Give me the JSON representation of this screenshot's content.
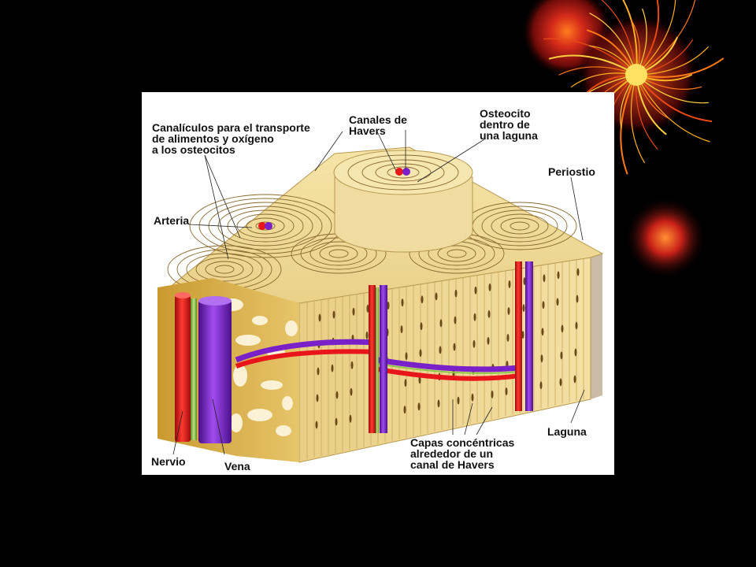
{
  "colors": {
    "background": "#000000",
    "figure_background": "#ffffff",
    "bone": "#efd99a",
    "bone_shadow": "#d9b866",
    "artery": "#e8151a",
    "vein": "#7a20c8",
    "nerve": "#8fc74a",
    "periosteum": "#cdbfa8"
  },
  "labels": {
    "canaliculos": [
      "Canalículos para el transporte",
      "de alimentos y oxígeno",
      "a los osteocitos"
    ],
    "canales": [
      "Canales de",
      "Havers"
    ],
    "osteocito": [
      "Osteocito",
      "dentro de",
      "una laguna"
    ],
    "periostio": [
      "Periostio"
    ],
    "arteria": [
      "Arteria"
    ],
    "nervio": [
      "Nervio"
    ],
    "vena": [
      "Vena"
    ],
    "capas": [
      "Capas concéntricas",
      "alrededor de un",
      "canal de Havers"
    ],
    "laguna": [
      "Laguna"
    ]
  }
}
